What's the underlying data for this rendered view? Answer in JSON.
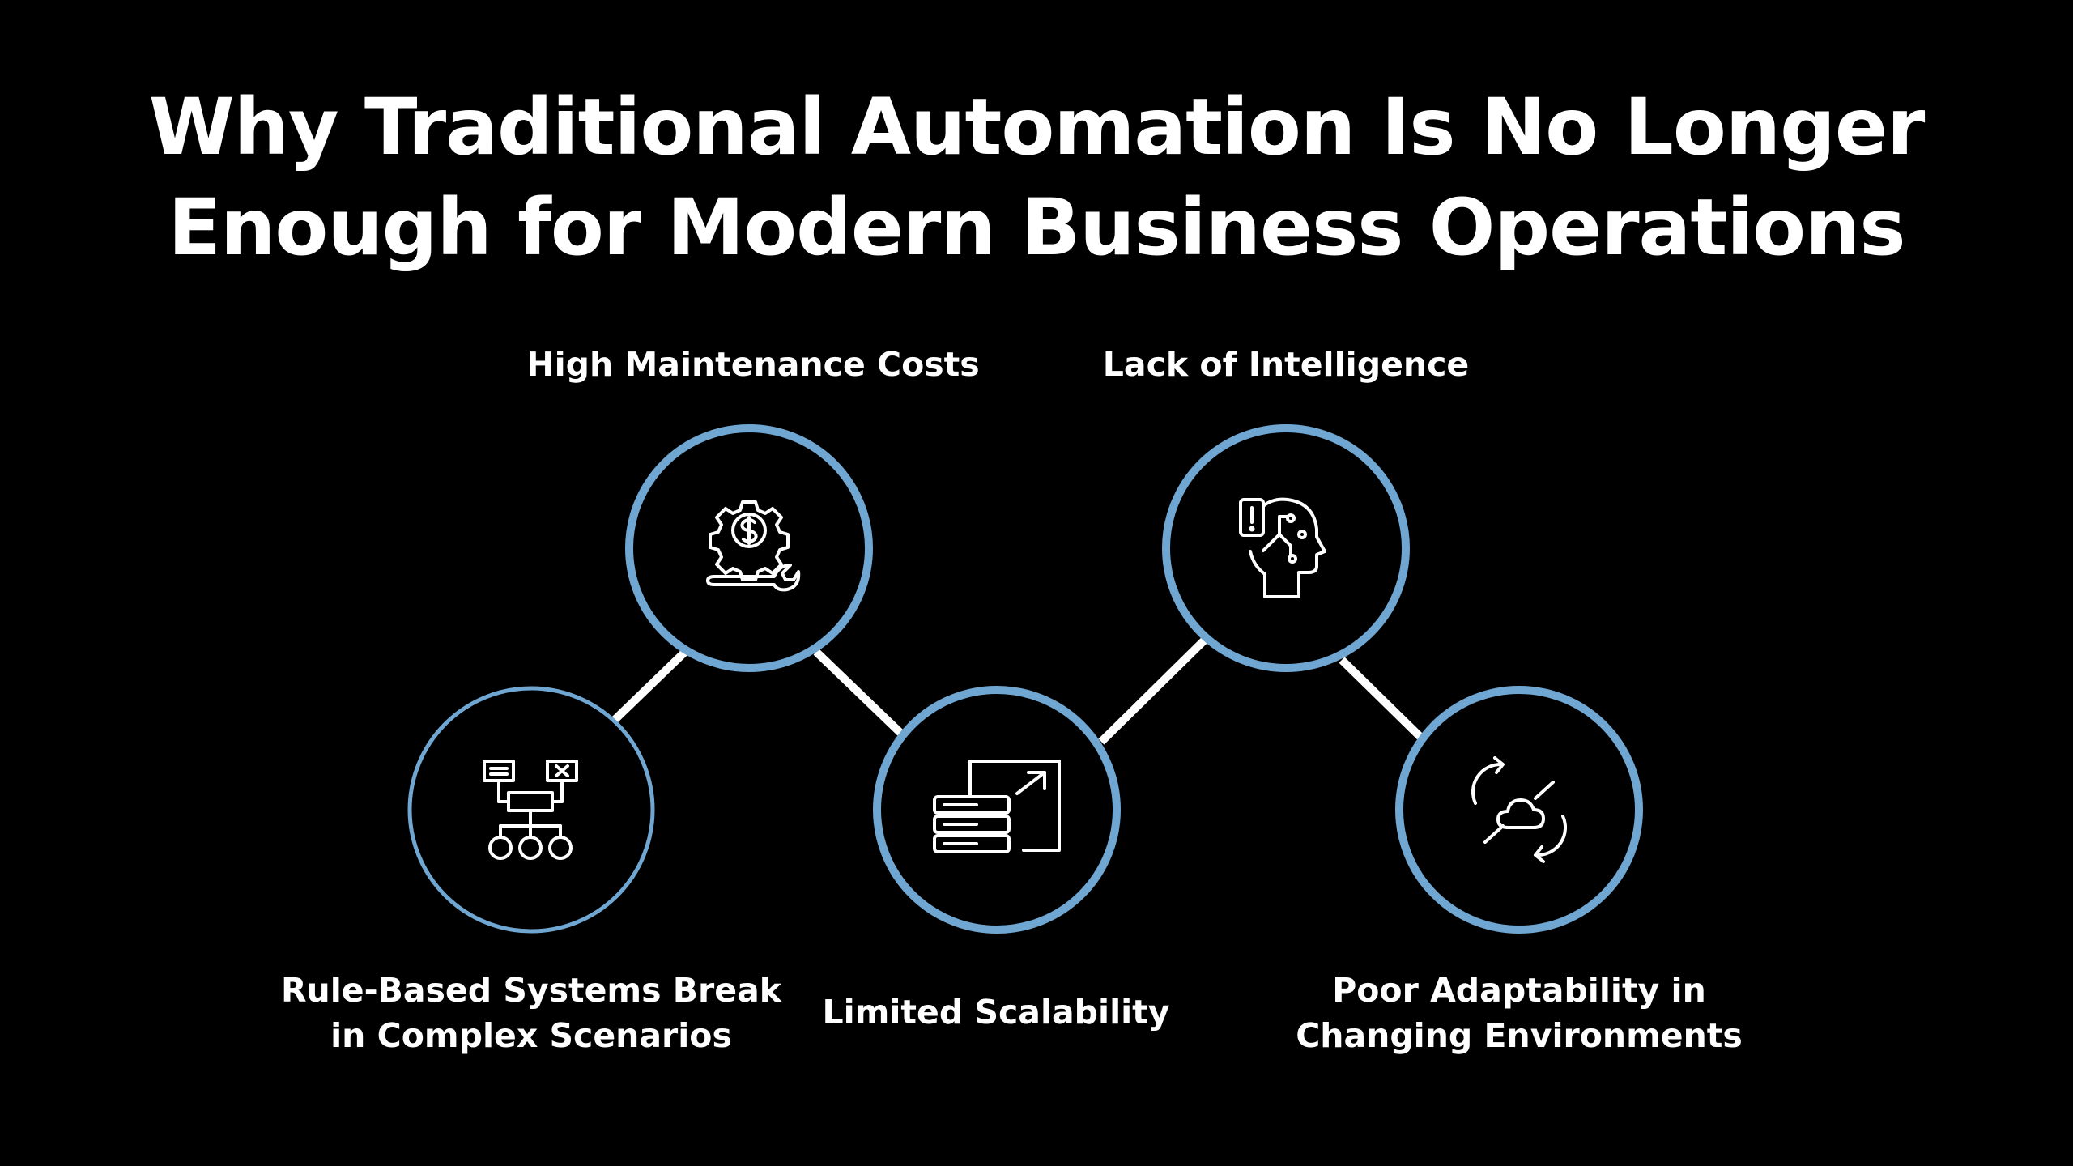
{
  "title": {
    "line1": "Why Traditional Automation Is No Longer",
    "line2": "Enough for Modern Business Operations"
  },
  "colors": {
    "background": "#000000",
    "ring": "#6FA7D2",
    "ring_inner": "#5C8FB8",
    "connector": "#FFFFFF",
    "text": "#FFFFFF"
  },
  "nodes": {
    "high": {
      "label": "High Maintenance Costs",
      "icon": "gear-dollar-wrench-icon"
    },
    "lack": {
      "label": "Lack of Intelligence",
      "icon": "head-circuit-alert-icon"
    },
    "rule": {
      "line1": "Rule-Based Systems Break",
      "line2": "in Complex Scenarios",
      "icon": "hierarchy-flowchart-icon"
    },
    "limited": {
      "label": "Limited Scalability",
      "icon": "server-expand-icon"
    },
    "poor": {
      "line1": "Poor Adaptability in",
      "line2": "Changing Environments",
      "icon": "cloud-sync-disconnected-icon"
    }
  }
}
